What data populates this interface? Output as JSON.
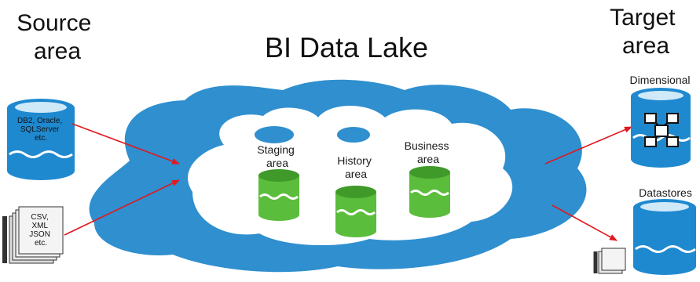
{
  "diagram": {
    "title": "BI Data Lake",
    "source_heading": [
      "Source",
      "area"
    ],
    "target_heading": [
      "Target",
      "area"
    ],
    "source_db_label": [
      "DB2, Oracle,",
      "SQLServer",
      "etc."
    ],
    "source_files_label": [
      "CSV,",
      "XML",
      "JSON",
      "etc."
    ],
    "lake_stores": [
      {
        "name": "staging",
        "label": [
          "Staging",
          "area"
        ]
      },
      {
        "name": "history",
        "label": [
          "History",
          "area"
        ]
      },
      {
        "name": "business",
        "label": [
          "Business",
          "area"
        ]
      }
    ],
    "targets": [
      {
        "name": "dimensional",
        "label": "Dimensional"
      },
      {
        "name": "datastores",
        "label": "Datastores"
      }
    ]
  },
  "colors": {
    "lake_blue": "#2f8fcf",
    "db_blue": "#1f89d0",
    "db_light": "#cfe9f8",
    "green": "#5bbd3c",
    "green_dark": "#3f9a2a",
    "arrow_red": "#e0191e",
    "paper": "#eeeeee"
  }
}
